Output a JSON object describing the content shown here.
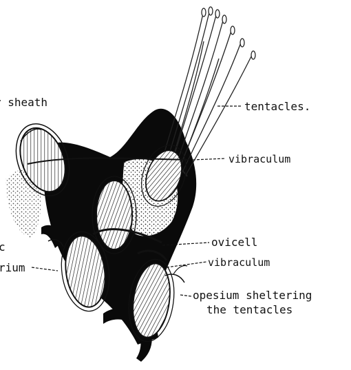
{
  "labels": {
    "sheath": "r sheath",
    "tentacles": "tentacles.",
    "vibraculum_top": "vibraculum",
    "ovicell": "ovicell",
    "vibraculum_mid": "vibraculum",
    "opesium_line1": "opesium sheltering",
    "opesium_line2": "the tentacles",
    "left_c": "c",
    "left_rium": "rium"
  },
  "colors": {
    "ink": "#111111",
    "dark": "#0a0a0a",
    "paper": "#ffffff"
  }
}
